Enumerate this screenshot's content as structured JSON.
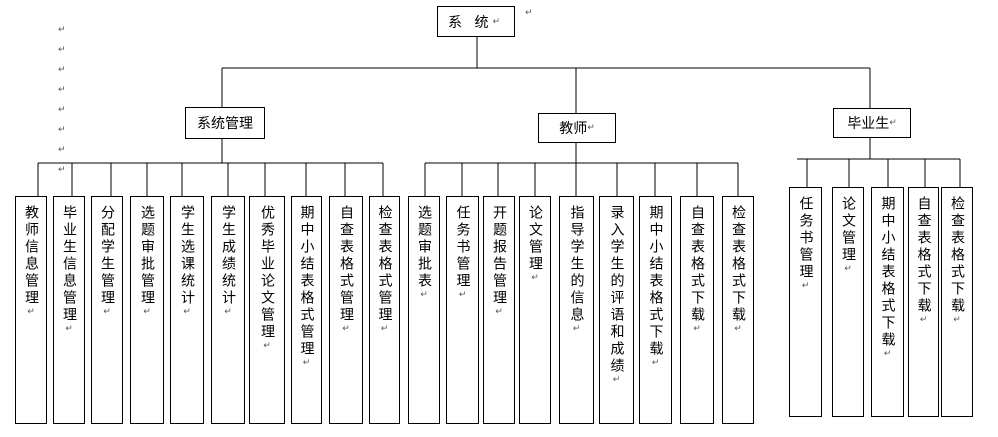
{
  "root": {
    "label": "系 统",
    "mark": "↵",
    "outer_mark": "↵"
  },
  "left_margin_marks": [
    "↵",
    "↵",
    "↵",
    "↵",
    "↵",
    "↵",
    "↵",
    "↵"
  ],
  "categories": [
    {
      "label": "系统管理",
      "mark": "",
      "items": [
        {
          "label": "教师信息管理",
          "mark": "↵"
        },
        {
          "label": "毕业生信息管理",
          "mark": "↵"
        },
        {
          "label": "分配学生管理",
          "mark": "↵"
        },
        {
          "label": "选题审批管理",
          "mark": "↵"
        },
        {
          "label": "学生选课统计",
          "mark": "↵"
        },
        {
          "label": "学生成绩统计",
          "mark": "↵"
        },
        {
          "label": "优秀毕业论文管理",
          "mark": "↵"
        },
        {
          "label": "期中小结表格式管理",
          "mark": "↵"
        },
        {
          "label": "自查表格式管理",
          "mark": "↵"
        },
        {
          "label": "检查表格式管理",
          "mark": "↵"
        }
      ]
    },
    {
      "label": "教师",
      "mark": "↵",
      "items": [
        {
          "label": "选题审批表",
          "mark": "↵"
        },
        {
          "label": "任务书管理",
          "mark": "↵"
        },
        {
          "label": "开题报告管理",
          "mark": "↵"
        },
        {
          "label": "论文管理",
          "mark": "↵"
        },
        {
          "label": "指导学生的信息",
          "mark": "↵"
        },
        {
          "label": "录入学生的评语和成绩",
          "mark": "↵"
        },
        {
          "label": "期中小结表格式下载",
          "mark": "↵"
        },
        {
          "label": "自查表格式下载",
          "mark": "↵"
        },
        {
          "label": "检查表格式下载",
          "mark": "↵"
        }
      ]
    },
    {
      "label": "毕业生",
      "mark": "↵",
      "items": [
        {
          "label": "任务书管理",
          "mark": "↵"
        },
        {
          "label": "论文管理",
          "mark": "↵"
        },
        {
          "label": "期中小结表格式下载",
          "mark": "↵"
        },
        {
          "label": "自查表格式下载",
          "mark": "↵"
        },
        {
          "label": "检查表格式下载",
          "mark": "↵"
        }
      ]
    }
  ]
}
